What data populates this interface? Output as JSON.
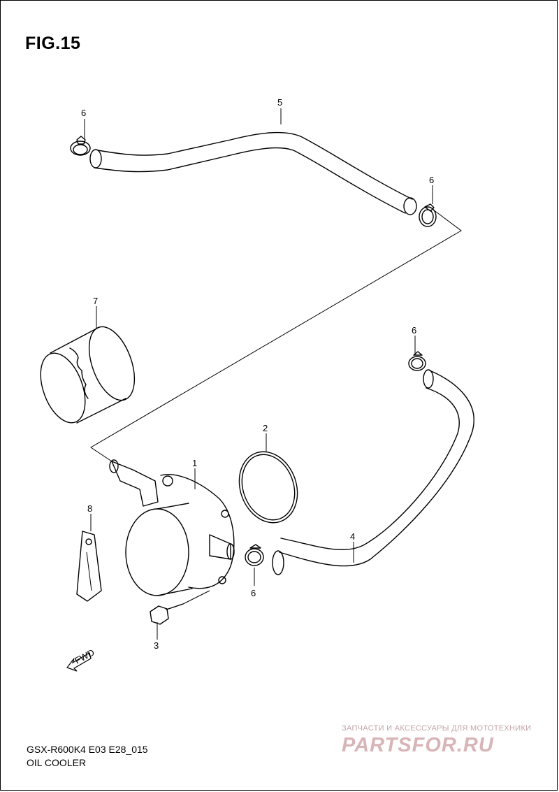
{
  "title": "FIG.15",
  "footer": {
    "code": "GSX-R600K4 E03 E28_015",
    "name": "OIL COOLER"
  },
  "watermark": {
    "tagline": "ЗАПЧАСТИ И АКСЕССУАРЫ ДЛЯ МОТОТЕХНИКИ",
    "logo": "PARTSFOR.RU"
  },
  "fwd_label": "FWD",
  "callouts": {
    "hose_upper": "5",
    "clamp_upper_left": "6",
    "clamp_upper_right": "6",
    "oil_filter": "7",
    "clamp_lower_right": "6",
    "o_ring": "2",
    "oil_cooler": "1",
    "bracket": "8",
    "hose_lower": "4",
    "clamp_lower_center": "6",
    "bolt": "3"
  },
  "colors": {
    "line": "#000000",
    "watermark": "#d8b4b6"
  }
}
